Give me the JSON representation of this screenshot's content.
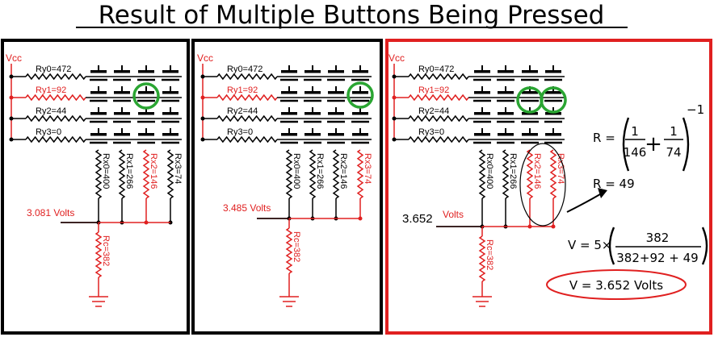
{
  "title": "Result of Multiple Buttons Being Pressed",
  "colors": {
    "active": "#e02020",
    "highlight": "#2aa532",
    "frame_red": "#e02020",
    "frame_black": "#000000"
  },
  "panels": [
    {
      "vcc": "Vcc",
      "row_labels": [
        "Ry0=472",
        "Ry1=92",
        "Ry2=44",
        "Ry3=0"
      ],
      "col_labels": [
        "Rx0=400",
        "Rx1=266",
        "Rx2=146",
        "Rx3=74"
      ],
      "rc_label": "Rc=382",
      "voltage": "3.081 Volts"
    },
    {
      "vcc": "Vcc",
      "row_labels": [
        "Ry0=472",
        "Ry1=92",
        "Ry2=44",
        "Ry3=0"
      ],
      "col_labels": [
        "Rx0=400",
        "Rx1=266",
        "Rx2=146",
        "Rx3=74"
      ],
      "rc_label": "Rc=382",
      "voltage": "3.485 Volts"
    },
    {
      "vcc": "Vcc",
      "row_labels": [
        "Ry0=472",
        "Ry1=92",
        "Ry2=44",
        "Ry3=0"
      ],
      "col_labels": [
        "Rx0=400",
        "Rx1=266",
        "Rx2=146",
        "Rx3=74"
      ],
      "rc_label": "Rc=382",
      "voltage_value": "3.652",
      "voltage_unit": "Volts"
    }
  ],
  "math": {
    "r_prefix": "R =",
    "frac1_num": "1",
    "frac1_den": "146",
    "plus": "+",
    "frac2_num": "1",
    "frac2_den": "74",
    "exponent": "−1",
    "r_result": "R = 49",
    "v_prefix": "V = 5×",
    "v_num": "382",
    "v_den": "382+92 + 49",
    "v_result": "V = 3.652 Volts"
  }
}
